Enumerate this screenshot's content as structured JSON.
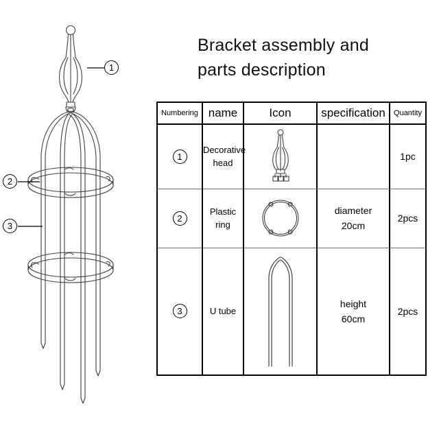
{
  "title": {
    "line1": "Bracket assembly and",
    "line2": "parts description"
  },
  "table": {
    "headers": {
      "numbering": "Numbering",
      "name": "name",
      "icon": "Icon",
      "specification": "specification",
      "quantity": "Quantity"
    },
    "rows": [
      {
        "numbering": "1",
        "name_line1": "Decorative",
        "name_line2": "head",
        "icon": "decorative-head-icon",
        "spec_line1": "",
        "spec_line2": "",
        "quantity": "1pc"
      },
      {
        "numbering": "2",
        "name_line1": "Plastic",
        "name_line2": "ring",
        "icon": "plastic-ring-icon",
        "spec_line1": "diameter",
        "spec_line2": "20cm",
        "quantity": "2pcs"
      },
      {
        "numbering": "3",
        "name_line1": "U tube",
        "name_line2": "",
        "icon": "u-tube-icon",
        "spec_line1": "height",
        "spec_line2": "60cm",
        "quantity": "2pcs"
      }
    ]
  },
  "diagram": {
    "name": "garden-obelisk-trellis-assembly",
    "callouts": [
      {
        "label": "1",
        "target": "decorative-head"
      },
      {
        "label": "2",
        "target": "plastic-ring"
      },
      {
        "label": "3",
        "target": "u-tube"
      }
    ]
  },
  "colors": {
    "background": "#ffffff",
    "line": "#000000",
    "table_border": "#000000",
    "table_rule": "#6e6e6e",
    "drawing_line": "#4a4a4a"
  }
}
